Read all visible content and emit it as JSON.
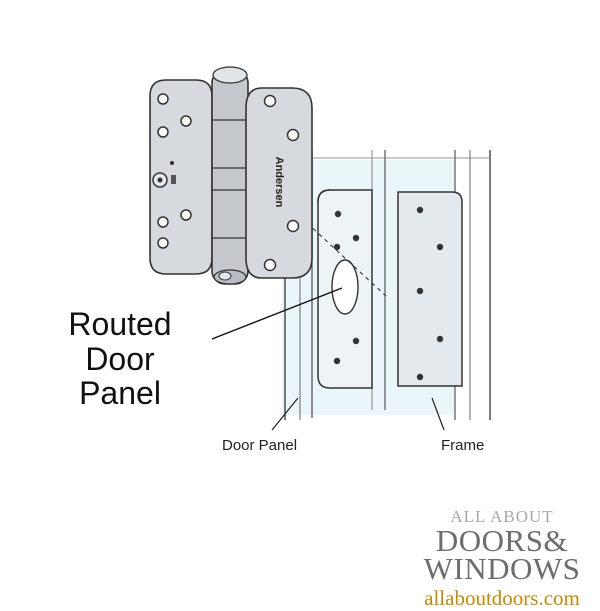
{
  "diagram": {
    "hinge_brand": "Andersen",
    "callout_lines": [
      "Routed",
      "Door",
      "Panel"
    ],
    "label_door_panel": "Door Panel",
    "label_frame": "Frame"
  },
  "logo": {
    "top_line": "ALL ABOUT",
    "line_doors": "DOORS&",
    "line_windows": "WINDOWS",
    "url": "allaboutdoors.com"
  },
  "colors": {
    "ink": "#333333",
    "metal": "#d6d9de",
    "panel_tint": "#dbeef7",
    "logo_gray": "#6d6d6d",
    "logo_gold": "#c98a00"
  }
}
